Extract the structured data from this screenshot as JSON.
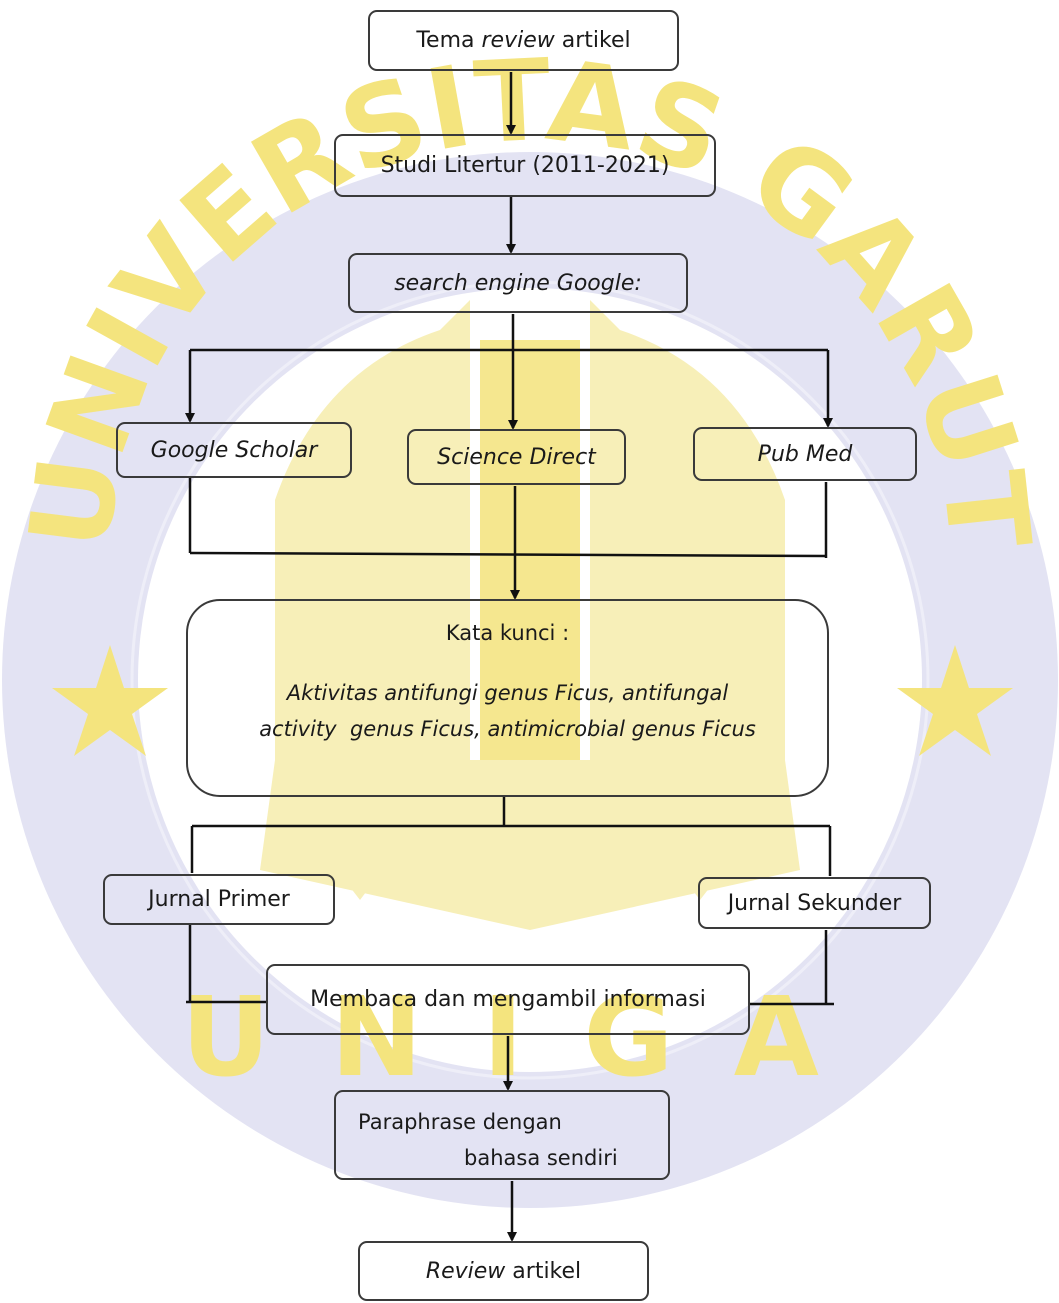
{
  "watermark": {
    "arc_text": "UNIVERSITAS GARUT",
    "bottom_text": "UNIGA",
    "colors": {
      "circle": "#dcdcf0",
      "gold": "#f2e27a",
      "gold_light": "#f7ecb0"
    }
  },
  "nodes": {
    "tema": {
      "prefix": "Tema ",
      "italic": "review",
      "suffix": " artikel"
    },
    "studi": "Studi Litertur (2011-2021)",
    "search": "search engine Google:",
    "scholar": "Google Scholar",
    "science": "Science Direct",
    "pubmed": "Pub Med",
    "kata": {
      "title": "Kata kunci :",
      "line1": "Aktivitas antifungi genus Ficus, antifungal",
      "line2": "activity  genus Ficus, antimicrobial genus Ficus"
    },
    "primer": "Jurnal Primer",
    "sekunder": "Jurnal Sekunder",
    "membaca": "Membaca dan mengambil informasi",
    "paraphrase": {
      "line1": "Paraphrase dengan",
      "line2": "bahasa sendiri"
    },
    "review": {
      "italic": "Review",
      "suffix": " artikel"
    }
  }
}
